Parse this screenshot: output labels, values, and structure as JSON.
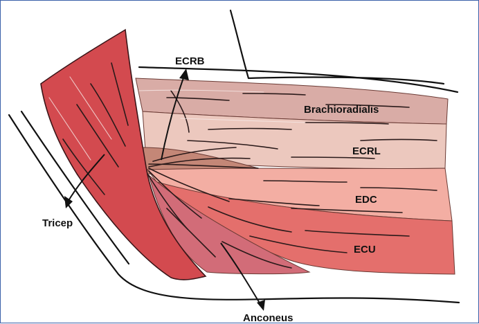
{
  "labels": {
    "ecrb": "ECRB",
    "brachioradialis": "Brachioradialis",
    "ecrl": "ECRL",
    "edc": "EDC",
    "ecu": "ECU",
    "tricep": "Tricep",
    "anconeus": "Anconeus"
  },
  "colors": {
    "frame_border": "#3a5fa8",
    "tricep": "#d34a4f",
    "brachioradialis": "#d9aca6",
    "ecrl": "#ecc8be",
    "edc": "#f3aea3",
    "ecu": "#e46f6c",
    "anconeus": "#d26c78",
    "ecrb": "#c48777"
  }
}
